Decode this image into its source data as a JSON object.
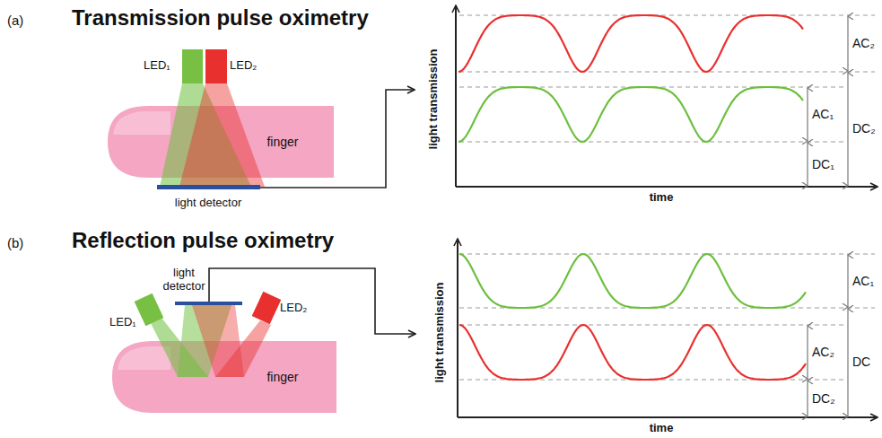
{
  "diagram": {
    "nodes": [
      {
        "text": [
          "finger"
        ]
      },
      {
        "text": [
          "finger"
        ]
      }
    ],
    "labels": [
      "(a)",
      "Transmission pulse oximetry",
      "LED₁",
      "LED₂",
      "light detector",
      "light transmission",
      "time",
      "AC₂",
      "AC₁",
      "DC₂",
      "DC₁",
      "(b)",
      "Reflection pulse oximetry",
      "light detector",
      "LED₁",
      "LED₂",
      "light transmission",
      "time",
      "AC₁",
      "DC",
      "AC₂",
      "DC₂"
    ]
  }
}
